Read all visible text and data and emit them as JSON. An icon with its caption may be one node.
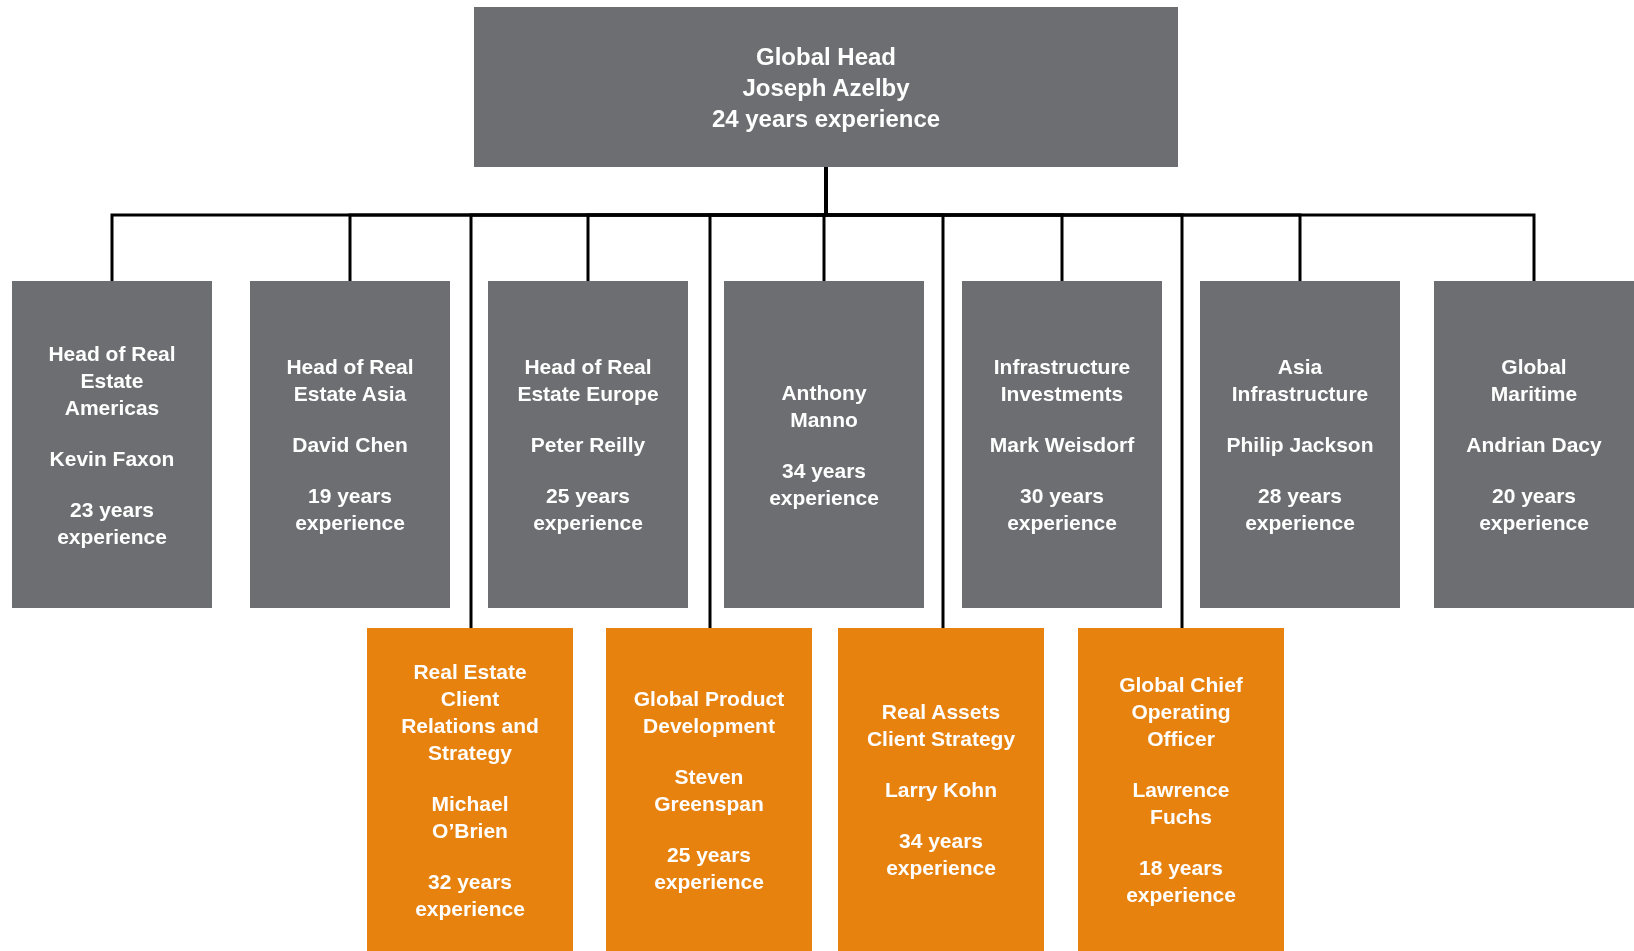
{
  "diagram": {
    "nodes": [
      {
        "text": [
          "Global Head",
          "Joseph Azelby",
          "24 years experience"
        ]
      },
      {
        "text": [
          "Head of Real Estate Americas",
          "Kevin Faxon",
          "23 years experience"
        ]
      },
      {
        "text": [
          "Head of Real Estate Asia",
          "David Chen",
          "19 years experience"
        ]
      },
      {
        "text": [
          "Head of Real Estate Europe",
          "Peter Reilly",
          "25 years experience"
        ]
      },
      {
        "text": [
          "Anthony Manno",
          "34 years experience"
        ]
      },
      {
        "text": [
          "Infrastructure Investments",
          "Mark Weisdorf",
          "30 years experience"
        ]
      },
      {
        "text": [
          "Asia Infrastructure",
          "Philip Jackson",
          "28 years experience"
        ]
      },
      {
        "text": [
          "Global Maritime",
          "Andrian Dacy",
          "20 years experience"
        ]
      },
      {
        "text": [
          "Real Estate Client Relations and Strategy",
          "Michael O’Brien",
          "32 years experience"
        ]
      },
      {
        "text": [
          "Global Product Development",
          "Steven Greenspan",
          "25 years experience"
        ]
      },
      {
        "text": [
          "Real Assets Client Strategy",
          "Larry Kohn",
          "34 years experience"
        ]
      },
      {
        "text": [
          "Global Chief Operating Officer",
          "Lawrence Fuchs",
          "18 years experience"
        ]
      }
    ],
    "edges": [
      {
        "from": 0,
        "to": 1,
        "arrow": "none"
      },
      {
        "from": 0,
        "to": 2,
        "arrow": "none"
      },
      {
        "from": 0,
        "to": 3,
        "arrow": "none"
      },
      {
        "from": 0,
        "to": 4,
        "arrow": "none"
      },
      {
        "from": 0,
        "to": 5,
        "arrow": "none"
      },
      {
        "from": 0,
        "to": 6,
        "arrow": "none"
      },
      {
        "from": 0,
        "to": 7,
        "arrow": "none"
      },
      {
        "from": 0,
        "to": 8,
        "arrow": "none"
      },
      {
        "from": 0,
        "to": 9,
        "arrow": "none"
      },
      {
        "from": 0,
        "to": 10,
        "arrow": "none"
      },
      {
        "from": 0,
        "to": 11,
        "arrow": "none"
      }
    ]
  }
}
